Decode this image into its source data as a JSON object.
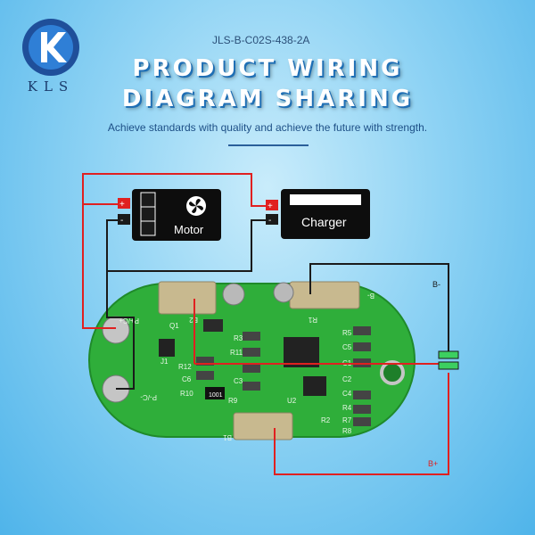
{
  "header": {
    "brand": "KLS",
    "model_code": "JLS-B-C02S-438-2A",
    "title_line1": "PRODUCT WIRING",
    "title_line2": "DIAGRAM SHARING",
    "tagline": "Achieve standards with quality and achieve the future with strength."
  },
  "motor": {
    "label": "Motor",
    "plus": "+",
    "minus": "-"
  },
  "charger": {
    "label": "Charger",
    "plus": "+",
    "minus": "-"
  },
  "wires": {
    "b_minus": "B-",
    "b_plus": "B+"
  },
  "pcb": {
    "pad_labels": [
      "P+/C+",
      "P-/C-",
      "B2",
      "B1",
      "R1",
      "B-"
    ],
    "component_labels": [
      "Q1",
      "J1",
      "R3",
      "R11",
      "R12",
      "R10",
      "R9",
      "R5",
      "C5",
      "C1",
      "C2",
      "C3",
      "C4",
      "R4",
      "R7",
      "R8",
      "R2",
      "C6",
      "U2"
    ],
    "resistor_marking": "1001"
  },
  "colors": {
    "pcb": "#2fae3a",
    "red_wire": "#e02020",
    "black_wire": "#1a1a1a",
    "title_shadow": "#1f6fb5"
  }
}
